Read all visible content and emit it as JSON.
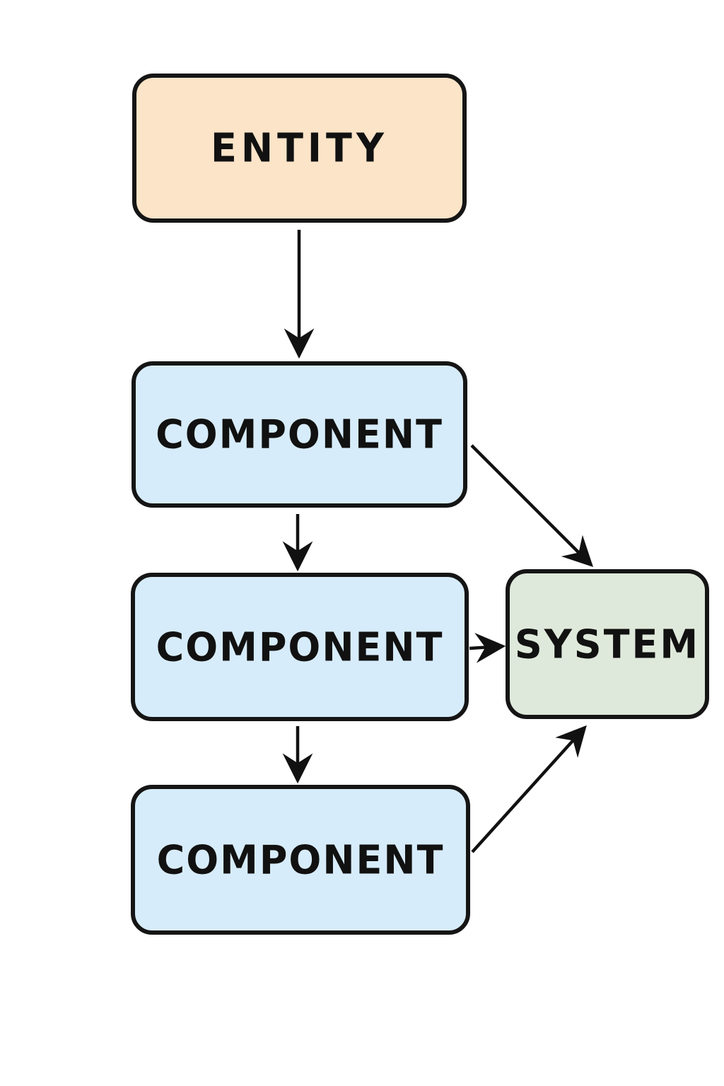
{
  "diagram": {
    "kind": "flowchart",
    "style": "hand-drawn",
    "background_color": "#ffffff",
    "border_color": "#151515",
    "arrow_color": "#111111",
    "text_color": "#111111",
    "nodes": {
      "entity": {
        "label": "ENTITY",
        "fill": "#fbe4c8"
      },
      "component1": {
        "label": "COMPONENT",
        "fill": "#d7ecfa"
      },
      "component2": {
        "label": "COMPONENT",
        "fill": "#d7ecfa"
      },
      "component3": {
        "label": "COMPONENT",
        "fill": "#d7ecfa"
      },
      "system": {
        "label": "SYSTEM",
        "fill": "#dfe9db"
      }
    },
    "edges": [
      {
        "from": "entity",
        "to": "component1",
        "direction": "down"
      },
      {
        "from": "component1",
        "to": "component2",
        "direction": "down"
      },
      {
        "from": "component2",
        "to": "component3",
        "direction": "down"
      },
      {
        "from": "component1",
        "to": "system",
        "direction": "down-right"
      },
      {
        "from": "component2",
        "to": "system",
        "direction": "right"
      },
      {
        "from": "component3",
        "to": "system",
        "direction": "up-right"
      }
    ]
  }
}
